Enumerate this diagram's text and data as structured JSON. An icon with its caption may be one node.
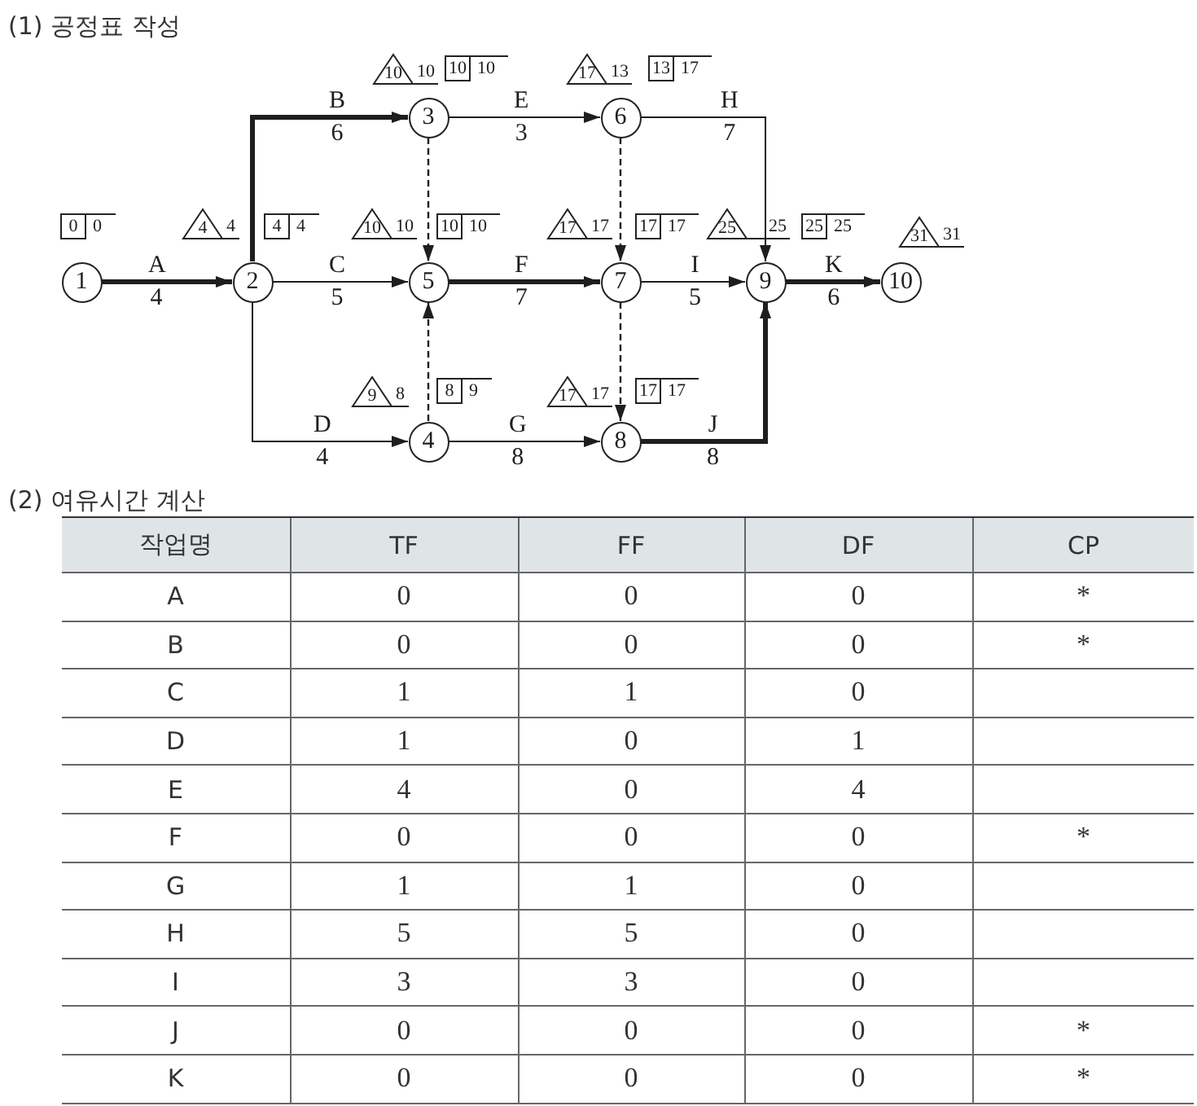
{
  "diagram": {
    "nodes": [
      {
        "text": [
          "1"
        ],
        "beside": [
          "0",
          "0"
        ]
      },
      {
        "text": [
          "2"
        ],
        "beside": [
          "4",
          "4",
          "4",
          "4"
        ]
      },
      {
        "text": [
          "3"
        ],
        "beside": [
          "10",
          "10",
          "10",
          "10"
        ]
      },
      {
        "text": [
          "4"
        ],
        "beside": [
          "9",
          "8",
          "8",
          "9"
        ]
      },
      {
        "text": [
          "5"
        ],
        "beside": [
          "10",
          "10",
          "10",
          "10"
        ]
      },
      {
        "text": [
          "6"
        ],
        "beside": [
          "17",
          "13",
          "13",
          "17"
        ]
      },
      {
        "text": [
          "7"
        ],
        "beside": [
          "17",
          "17",
          "17",
          "17"
        ]
      },
      {
        "text": [
          "8"
        ],
        "beside": [
          "17",
          "17",
          "17",
          "17"
        ]
      },
      {
        "text": [
          "9"
        ],
        "beside": [
          "25",
          "25",
          "25",
          "25"
        ]
      },
      {
        "text": [
          "10"
        ],
        "beside": [
          "31",
          "31"
        ]
      }
    ],
    "edges": [
      {
        "from": 0,
        "to": 1,
        "arrow": "to",
        "label": "A 4",
        "style": "thick"
      },
      {
        "from": 1,
        "to": 2,
        "arrow": "to",
        "label": "B 6",
        "style": "thick"
      },
      {
        "from": 1,
        "to": 4,
        "arrow": "to",
        "label": "C 5"
      },
      {
        "from": 1,
        "to": 3,
        "arrow": "to",
        "label": "D 4"
      },
      {
        "from": 2,
        "to": 4,
        "arrow": "to",
        "style": "dashed"
      },
      {
        "from": 2,
        "to": 5,
        "arrow": "to",
        "label": "E 3"
      },
      {
        "from": 3,
        "to": 4,
        "arrow": "to",
        "style": "dashed"
      },
      {
        "from": 4,
        "to": 6,
        "arrow": "to",
        "label": "F 7",
        "style": "thick"
      },
      {
        "from": 3,
        "to": 7,
        "arrow": "to",
        "label": "G 8"
      },
      {
        "from": 5,
        "to": 6,
        "arrow": "to",
        "style": "dashed"
      },
      {
        "from": 5,
        "to": 8,
        "arrow": "to",
        "label": "H 7"
      },
      {
        "from": 6,
        "to": 8,
        "arrow": "to",
        "label": "I 5"
      },
      {
        "from": 6,
        "to": 7,
        "arrow": "to",
        "style": "dashed"
      },
      {
        "from": 7,
        "to": 8,
        "arrow": "to",
        "label": "J 8",
        "style": "thick"
      },
      {
        "from": 8,
        "to": 9,
        "arrow": "to",
        "label": "K 6",
        "style": "thick"
      }
    ],
    "labels": [
      "(1) 공정표 작성",
      "(2) 여유시간 계산",
      "작업명",
      "TF",
      "FF",
      "DF",
      "CP",
      "A",
      "0",
      "0",
      "0",
      "*",
      "B",
      "0",
      "0",
      "0",
      "*",
      "C",
      "1",
      "1",
      "0",
      "D",
      "1",
      "0",
      "1",
      "E",
      "4",
      "0",
      "4",
      "F",
      "0",
      "0",
      "0",
      "*",
      "G",
      "1",
      "1",
      "0",
      "H",
      "5",
      "5",
      "0",
      "I",
      "3",
      "3",
      "0",
      "J",
      "0",
      "0",
      "0",
      "*",
      "K",
      "0",
      "0",
      "0",
      "*"
    ]
  }
}
